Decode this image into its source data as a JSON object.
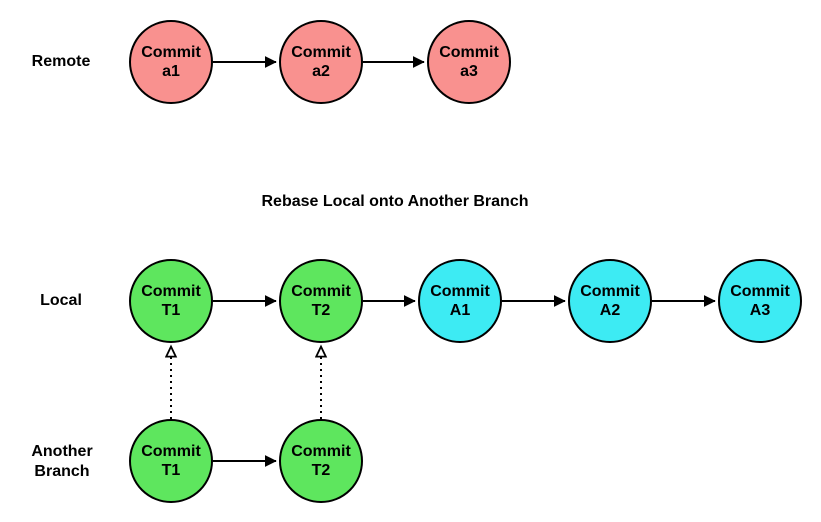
{
  "title": "Rebase Local onto Another Branch",
  "colors": {
    "remote_commit_fill": "#F9918F",
    "t_commit_fill": "#5EE65E",
    "a_commit_fill": "#3DEBF3",
    "stroke": "#000000",
    "background": "#FFFFFF"
  },
  "rows": {
    "remote": {
      "label": "Remote",
      "nodes": [
        {
          "line1": "Commit",
          "line2": "a1"
        },
        {
          "line1": "Commit",
          "line2": "a2"
        },
        {
          "line1": "Commit",
          "line2": "a3"
        }
      ]
    },
    "local": {
      "label": "Local",
      "nodes": [
        {
          "line1": "Commit",
          "line2": "T1"
        },
        {
          "line1": "Commit",
          "line2": "T2"
        },
        {
          "line1": "Commit",
          "line2": "A1"
        },
        {
          "line1": "Commit",
          "line2": "A2"
        },
        {
          "line1": "Commit",
          "line2": "A3"
        }
      ]
    },
    "another_branch": {
      "label_line1": "Another",
      "label_line2": "Branch",
      "nodes": [
        {
          "line1": "Commit",
          "line2": "T1"
        },
        {
          "line1": "Commit",
          "line2": "T2"
        }
      ]
    }
  },
  "edges": {
    "solid_arrows": [
      "remote Commit a1 -> remote Commit a2",
      "remote Commit a2 -> remote Commit a3",
      "local Commit T1 -> local Commit T2",
      "local Commit T2 -> local Commit A1",
      "local Commit A1 -> local Commit A2",
      "local Commit A2 -> local Commit A3",
      "another branch Commit T1 -> another branch Commit T2"
    ],
    "dotted_arrows": [
      "another branch Commit T1 -> local Commit T1",
      "another branch Commit T2 -> local Commit T2"
    ]
  }
}
